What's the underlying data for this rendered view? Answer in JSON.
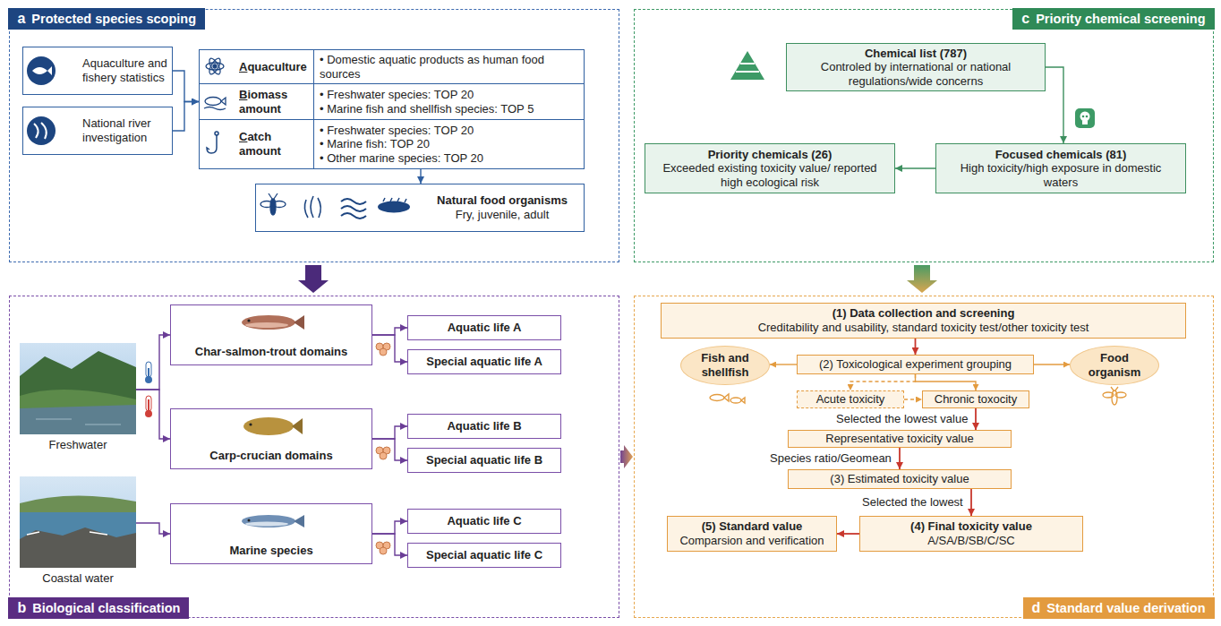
{
  "diagram": {
    "nodes": [
      {
        "text": [
          "a",
          "Protected species scoping"
        ]
      },
      {
        "text": [
          "Aquaculture and fishery statistics"
        ],
        "in": 0
      },
      {
        "text": [
          "National river investigation"
        ],
        "in": 0
      },
      {
        "text": [
          "Aquaculture"
        ],
        "in": 0
      },
      {
        "text": [
          "• Domestic aquatic products as human food sources"
        ],
        "in": 0
      },
      {
        "text": [
          "Biomass amount"
        ],
        "in": 0
      },
      {
        "text": [
          "• Freshwater species: TOP 20",
          "• Marine fish and shellfish species: TOP 5"
        ],
        "in": 0
      },
      {
        "text": [
          "Catch amount"
        ],
        "in": 0
      },
      {
        "text": [
          "• Freshwater species: TOP 20",
          "• Marine fish: TOP 20",
          "• Other marine species: TOP 20"
        ],
        "in": 0
      },
      {
        "text": [
          "Natural food organisms",
          "Fry, juvenile, adult"
        ],
        "in": 0
      },
      {
        "text": [
          "b",
          "Biological classification"
        ]
      },
      {
        "text": [
          "Freshwater"
        ],
        "in": 10
      },
      {
        "text": [
          "Coastal water"
        ],
        "in": 10
      },
      {
        "text": [
          "Char-salmon-trout domains"
        ],
        "in": 10
      },
      {
        "text": [
          "Carp-crucian domains"
        ],
        "in": 10
      },
      {
        "text": [
          "Marine species"
        ],
        "in": 10
      },
      {
        "text": [
          "Aquatic life A"
        ],
        "in": 10
      },
      {
        "text": [
          "Special aquatic life A"
        ],
        "in": 10
      },
      {
        "text": [
          "Aquatic life B"
        ],
        "in": 10
      },
      {
        "text": [
          "Special aquatic life B"
        ],
        "in": 10
      },
      {
        "text": [
          "Aquatic life C"
        ],
        "in": 10
      },
      {
        "text": [
          "Special aquatic life C"
        ],
        "in": 10
      },
      {
        "text": [
          "c",
          "Priority chemical screening"
        ]
      },
      {
        "text": [
          "Chemical list (787)",
          "Controled by international or national regulations/wide concerns"
        ],
        "in": 22
      },
      {
        "text": [
          "Focused chemicals (81)",
          "High toxicity/high exposure in domestic waters"
        ],
        "in": 22
      },
      {
        "text": [
          "Priority chemicals (26)",
          "Exceeded existing toxicity value/ reported high ecological risk"
        ],
        "in": 22
      },
      {
        "text": [
          "d",
          "Standard value derivation"
        ]
      },
      {
        "text": [
          "(1) Data collection and screening",
          "Creditability and usability, standard toxicity test/other toxicity test"
        ],
        "in": 26
      },
      {
        "text": [
          "Fish and shellfish"
        ],
        "in": 26
      },
      {
        "text": [
          "(2) Toxicological experiment grouping"
        ],
        "in": 26
      },
      {
        "text": [
          "Food organism"
        ],
        "in": 26
      },
      {
        "text": [
          "Acute toxicity"
        ],
        "in": 26
      },
      {
        "text": [
          "Chronic toxocity"
        ],
        "in": 26
      },
      {
        "text": [
          "Representative toxicity value"
        ],
        "in": 26
      },
      {
        "text": [
          "(3) Estimated toxicity value"
        ],
        "in": 26
      },
      {
        "text": [
          "(4) Final toxicity value",
          "A/SA/B/SB/C/SC"
        ],
        "in": 26
      },
      {
        "text": [
          "(5) Standard value",
          "Comparsion and verification"
        ],
        "in": 26
      }
    ],
    "edges": [
      {
        "from": 1,
        "to": 5,
        "arrow": "to"
      },
      {
        "from": 2,
        "to": 5,
        "arrow": "to"
      },
      {
        "from": 8,
        "to": 9,
        "arrow": "to"
      },
      {
        "from": 0,
        "to": 10,
        "arrow": "to"
      },
      {
        "from": 11,
        "to": 13,
        "arrow": "to"
      },
      {
        "from": 11,
        "to": 14,
        "arrow": "to"
      },
      {
        "from": 12,
        "to": 15,
        "arrow": "to"
      },
      {
        "from": 13,
        "to": 16,
        "arrow": "to"
      },
      {
        "from": 13,
        "to": 17,
        "arrow": "to"
      },
      {
        "from": 14,
        "to": 18,
        "arrow": "to"
      },
      {
        "from": 14,
        "to": 19,
        "arrow": "to"
      },
      {
        "from": 15,
        "to": 20,
        "arrow": "to"
      },
      {
        "from": 15,
        "to": 21,
        "arrow": "to"
      },
      {
        "from": 10,
        "to": 26,
        "arrow": "to"
      },
      {
        "from": 22,
        "to": 26,
        "arrow": "to"
      },
      {
        "from": 23,
        "to": 24,
        "arrow": "to"
      },
      {
        "from": 24,
        "to": 25,
        "arrow": "to"
      },
      {
        "from": 27,
        "to": 29,
        "arrow": "to"
      },
      {
        "from": 29,
        "to": 28,
        "arrow": "to"
      },
      {
        "from": 29,
        "to": 30,
        "arrow": "to"
      },
      {
        "from": 29,
        "to": 31,
        "arrow": "to"
      },
      {
        "from": 29,
        "to": 32,
        "arrow": "to"
      },
      {
        "from": 31,
        "to": 32,
        "arrow": "to"
      },
      {
        "from": 32,
        "to": 33,
        "label": "Selected the lowest value",
        "arrow": "to"
      },
      {
        "from": 33,
        "to": 34,
        "label": "Species ratio/Geomean",
        "arrow": "to"
      },
      {
        "from": 34,
        "to": 35,
        "label": "Selected the lowest",
        "arrow": "to"
      },
      {
        "from": 35,
        "to": 36,
        "arrow": "to"
      }
    ]
  }
}
